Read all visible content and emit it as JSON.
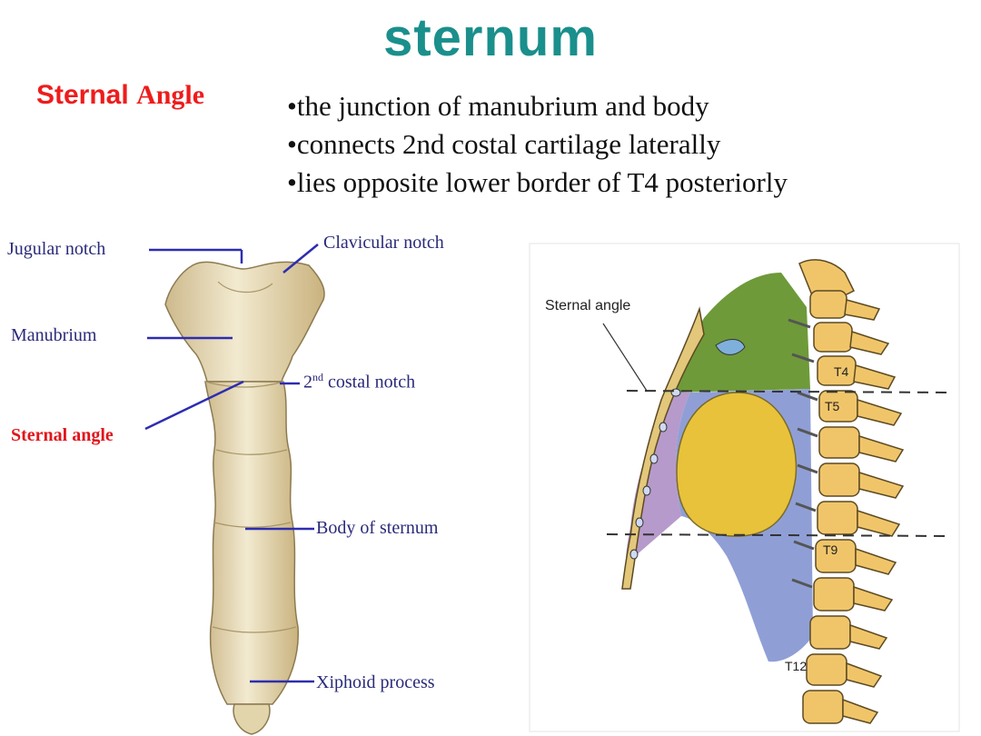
{
  "title": "sternum",
  "subtitle": {
    "part1": "Sternal",
    "part2": "Angle"
  },
  "bullets": [
    "•the junction of manubrium and body",
    "•connects 2nd costal cartilage laterally",
    "•lies opposite lower border of T4 posteriorly"
  ],
  "left_figure": {
    "labels": {
      "jugular_notch": "Jugular notch",
      "clavicular_notch": "Clavicular notch",
      "manubrium": "Manubrium",
      "costal_notch_prefix": "2",
      "costal_notch_sup": "nd",
      "costal_notch_suffix": " costal notch",
      "sternal_angle": "Sternal angle",
      "body_of_sternum": "Body of sternum",
      "xiphoid_process": "Xiphoid process"
    }
  },
  "right_figure": {
    "sternal_angle_label": "Sternal angle",
    "vertebra_labels": {
      "t4": "T4",
      "t5": "T5",
      "t9": "T9",
      "t12": "T12"
    }
  },
  "colors": {
    "title": "#1a8f8c",
    "subtitle": "#ee1c1c",
    "label_blue": "#2a2a7a",
    "leader_line": "#2d2db0",
    "bone": "#e8dcb8",
    "green_region": "#6e9a3a",
    "yellow_region": "#e8c23a",
    "blue_region": "#8f9fd6",
    "purple_region": "#b69acb"
  }
}
